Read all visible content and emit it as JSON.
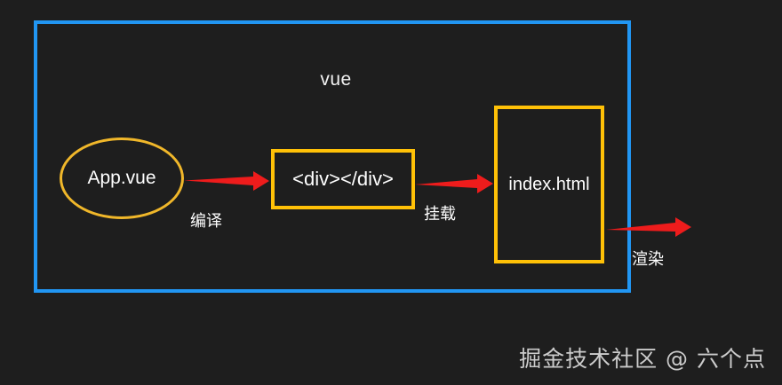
{
  "diagram": {
    "background_color": "#1e1e1e",
    "container": {
      "label": "vue",
      "border_color": "#2196f3"
    },
    "nodes": [
      {
        "id": "app-vue",
        "label": "App.vue",
        "shape": "ellipse",
        "border_color": "#f0b72a"
      },
      {
        "id": "div",
        "label": "<div></div>",
        "shape": "rectangle",
        "border_color": "#ffc107"
      },
      {
        "id": "index-html",
        "label": "index.html",
        "shape": "rectangle",
        "border_color": "#ffc107"
      }
    ],
    "edges": [
      {
        "id": "edge-compile",
        "label": "编译",
        "from": "app-vue",
        "to": "div",
        "color": "#ee1c1c"
      },
      {
        "id": "edge-mount",
        "label": "挂载",
        "from": "div",
        "to": "index-html",
        "color": "#ee1c1c"
      },
      {
        "id": "edge-render",
        "label": "渲染",
        "from": "index-html",
        "to": "",
        "color": "#ee1c1c"
      }
    ]
  },
  "watermark": {
    "text": "掘金技术社区 @ 六个点"
  }
}
